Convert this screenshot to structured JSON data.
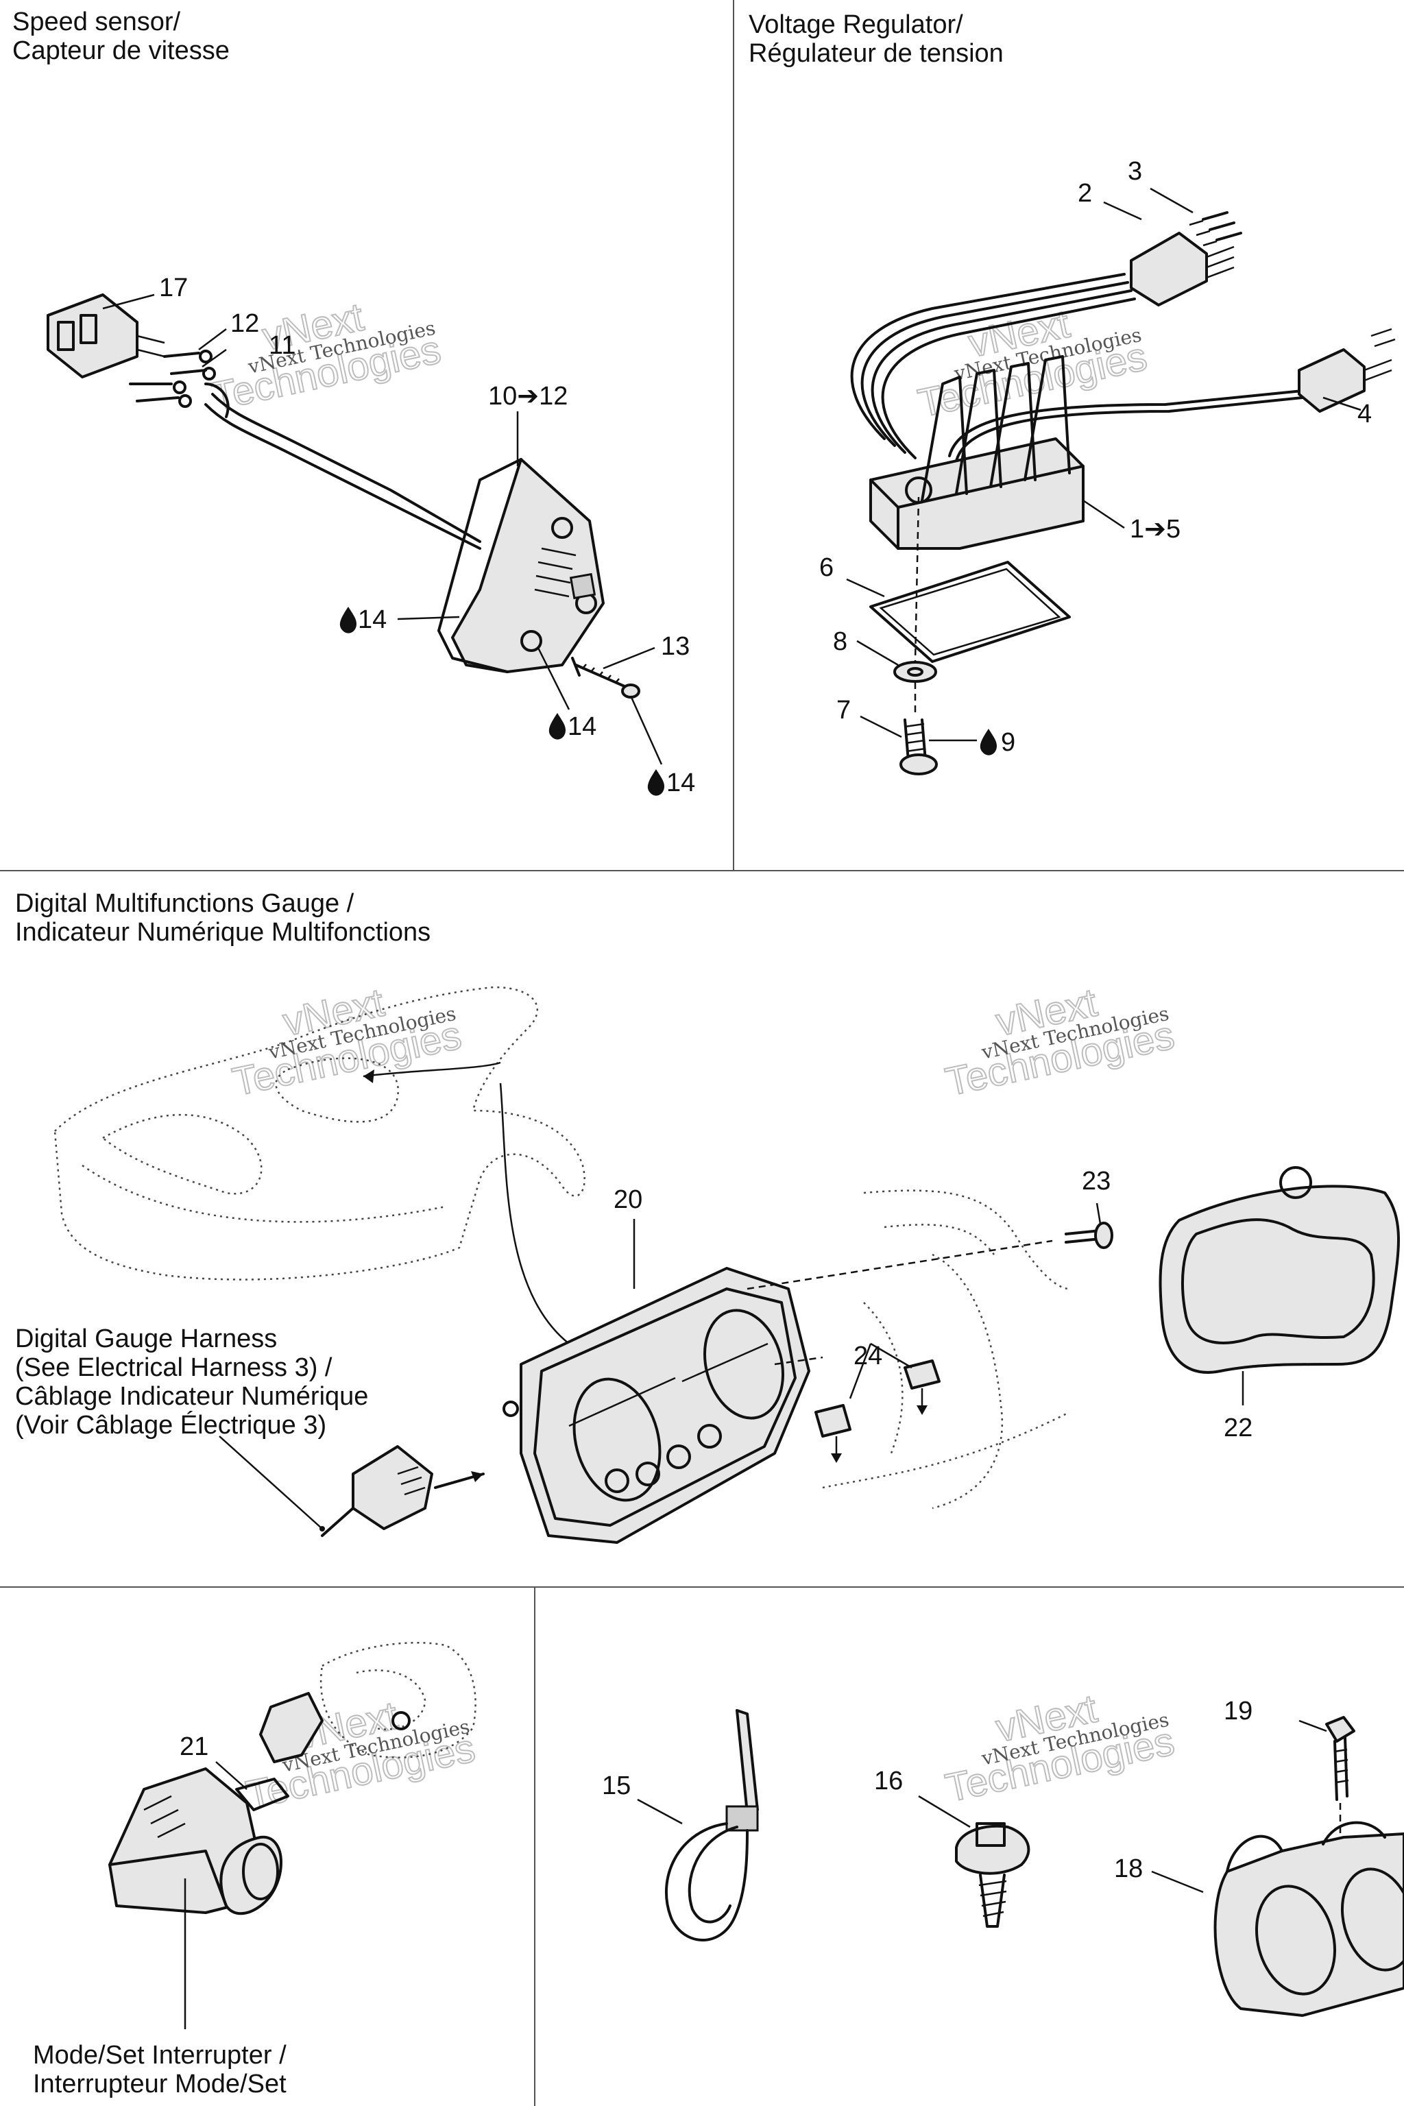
{
  "sections": {
    "speed_sensor": {
      "title_en": "Speed sensor/",
      "title_fr": "Capteur de vitesse"
    },
    "voltage_regulator": {
      "title_en": "Voltage Regulator/",
      "title_fr": "Régulateur de tension"
    },
    "gauge": {
      "title_en": "Digital Multifunctions Gauge /",
      "title_fr": "Indicateur Numérique Multifonctions"
    },
    "gauge_harness": {
      "line1": "Digital Gauge Harness",
      "line2": "(See Electrical Harness 3) /",
      "line3": "Câblage Indicateur Numérique",
      "line4": "(Voir Câblage Électrique 3)"
    },
    "mode_switch": {
      "line1": "Mode/Set Interrupter /",
      "line2": "Interrupteur Mode/Set"
    }
  },
  "callouts": {
    "c1to5": "1➔5",
    "c2": "2",
    "c3": "3",
    "c4": "4",
    "c6": "6",
    "c7": "7",
    "c8": "8",
    "c9": "9",
    "c10to12": "10➔12",
    "c11": "11",
    "c12": "12",
    "c13": "13",
    "c14a": "14",
    "c14b": "14",
    "c14c": "14",
    "c15": "15",
    "c16": "16",
    "c17": "17",
    "c18": "18",
    "c19": "19",
    "c20": "20",
    "c21": "21",
    "c22": "22",
    "c23": "23",
    "c24": "24"
  },
  "watermark": {
    "line1": "vNext",
    "line2": "Technologies",
    "sub": "vNext Technologies"
  },
  "icons": {
    "drop": "drop-icon",
    "arrow": "arrow-right-icon"
  }
}
